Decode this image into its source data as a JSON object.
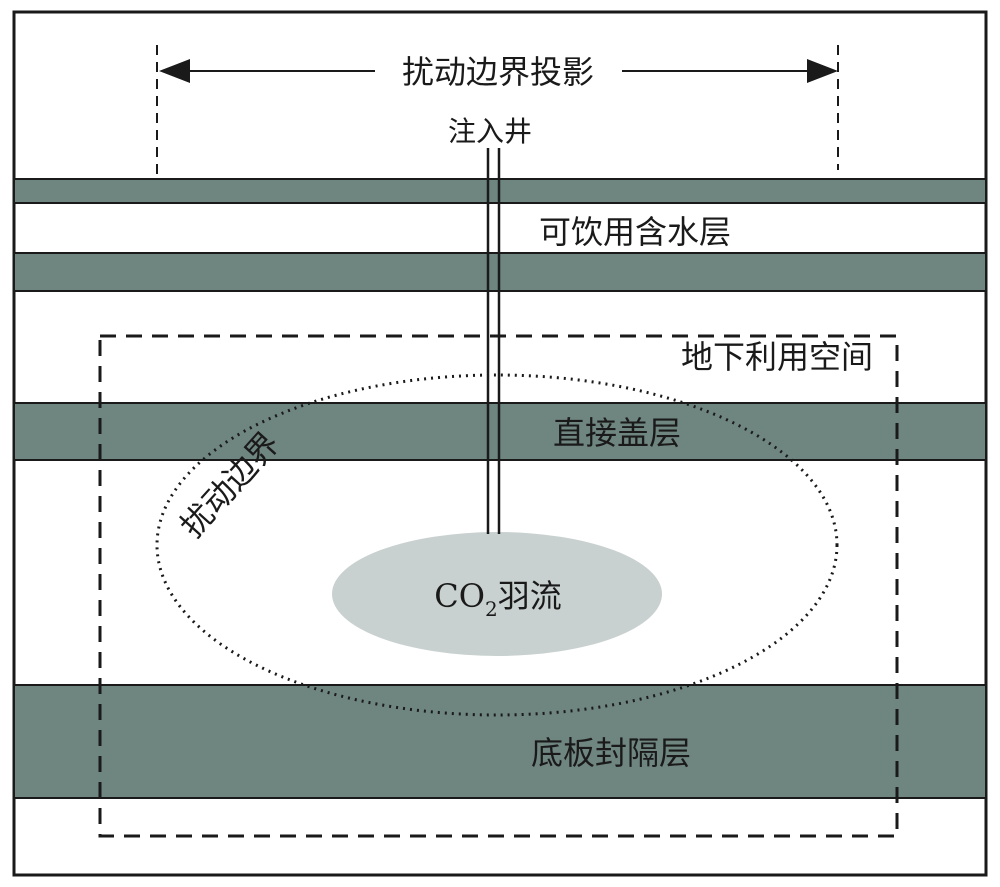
{
  "colors": {
    "rock_layer": "#6f8580",
    "plume": "#c8d1cf",
    "line": "#1a1a1a",
    "background": "#ffffff"
  },
  "labels": {
    "projection": "扰动边界投影",
    "injection_well": "注入井",
    "aquifer": "可饮用含水层",
    "underground_space": "地下利用空间",
    "caprock": "直接盖层",
    "boundary": "扰动边界",
    "plume_prefix": "CO",
    "plume_sub": "2",
    "plume_suffix": "羽流",
    "baseplate": "底板封隔层"
  }
}
